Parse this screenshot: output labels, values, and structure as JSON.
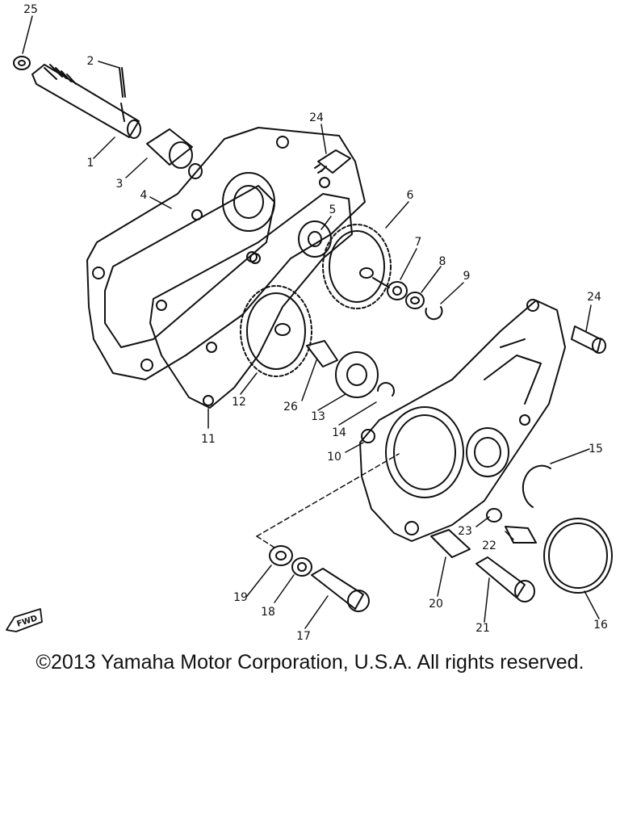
{
  "diagram": {
    "callouts": [
      "25",
      "2",
      "1",
      "3",
      "4",
      "24",
      "5",
      "6",
      "7",
      "8",
      "9",
      "24",
      "12",
      "26",
      "13",
      "14",
      "11",
      "10",
      "15",
      "23",
      "22",
      "19",
      "18",
      "17",
      "20",
      "21",
      "16"
    ],
    "fwd_label": "FWD"
  },
  "footer": {
    "copyright": "©2013 Yamaha Motor Corporation, U.S.A. All rights reserved."
  }
}
